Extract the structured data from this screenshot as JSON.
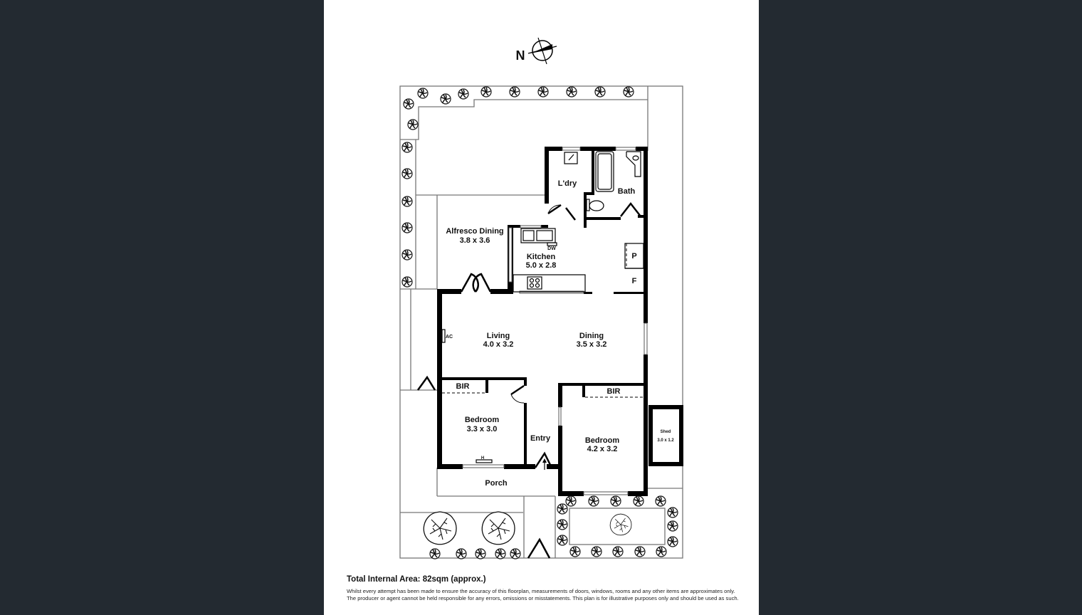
{
  "compass": {
    "label": "N"
  },
  "rooms": {
    "laundry": {
      "name": "L'dry"
    },
    "bath": {
      "name": "Bath"
    },
    "alfresco": {
      "name": "Alfresco Dining",
      "size": "3.8 x 3.6"
    },
    "kitchen": {
      "name": "Kitchen",
      "size": "5.0 x 2.8"
    },
    "pantry": {
      "name": "P"
    },
    "fridge": {
      "name": "F"
    },
    "dishwasher": {
      "name": "DW"
    },
    "living": {
      "name": "Living",
      "size": "4.0 x 3.2"
    },
    "dining": {
      "name": "Dining",
      "size": "3.5 x 3.2"
    },
    "ac": {
      "name": "AC"
    },
    "bir1": {
      "name": "BIR"
    },
    "bir2": {
      "name": "BIR"
    },
    "bedroom1": {
      "name": "Bedroom",
      "size": "3.3 x 3.0"
    },
    "heater": {
      "name": "H"
    },
    "entry": {
      "name": "Entry"
    },
    "bedroom2": {
      "name": "Bedroom",
      "size": "4.2 x 3.2"
    },
    "porch": {
      "name": "Porch"
    },
    "shed": {
      "name": "Shed",
      "size": "3.0 x 1.2"
    }
  },
  "footer": {
    "total_area": "Total Internal Area: 82sqm (approx.)",
    "disclaimer_line1": "Whilst every attempt has been made to ensure the accuracy of this floorplan, measurements of doors, windows, rooms and any other items are approximates only.",
    "disclaimer_line2": "The producer or agent cannot be held responsible for any errors, omissions or misstatements. This plan is for illustrative purposes only and should be used as such."
  },
  "colors": {
    "background": "#232a31",
    "sheet": "#ffffff",
    "wall": "#000000",
    "boundary": "#777777"
  }
}
